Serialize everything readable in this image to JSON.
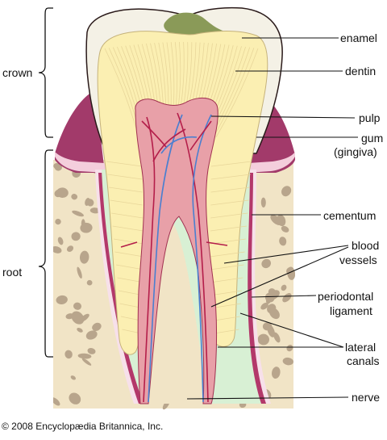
{
  "labels": {
    "crown": "crown",
    "root": "root",
    "enamel": "enamel",
    "dentin": "dentin",
    "pulp": "pulp",
    "gum": "gum",
    "gingiva": "(gingiva)",
    "cementum": "cementum",
    "blood": "blood",
    "vessels": "vessels",
    "periodontal": "periodontal",
    "ligament": "ligament",
    "lateral": "lateral",
    "canals": "canals",
    "nerve": "nerve"
  },
  "credit": "© 2008 Encyclopædia Britannica, Inc.",
  "colors": {
    "enamel": "#f4f1e6",
    "dentin": "#fbefb2",
    "pulp": "#e8a0a8",
    "gum": "#a23a6a",
    "bone": "#f1e4c6",
    "bone_spots": "#b8a58c",
    "cementum": "#d8f0d4",
    "ligament": "#f7e0ea",
    "artery": "#b41e4a",
    "vein": "#4a7fd0",
    "stain": "#8a9a58"
  }
}
